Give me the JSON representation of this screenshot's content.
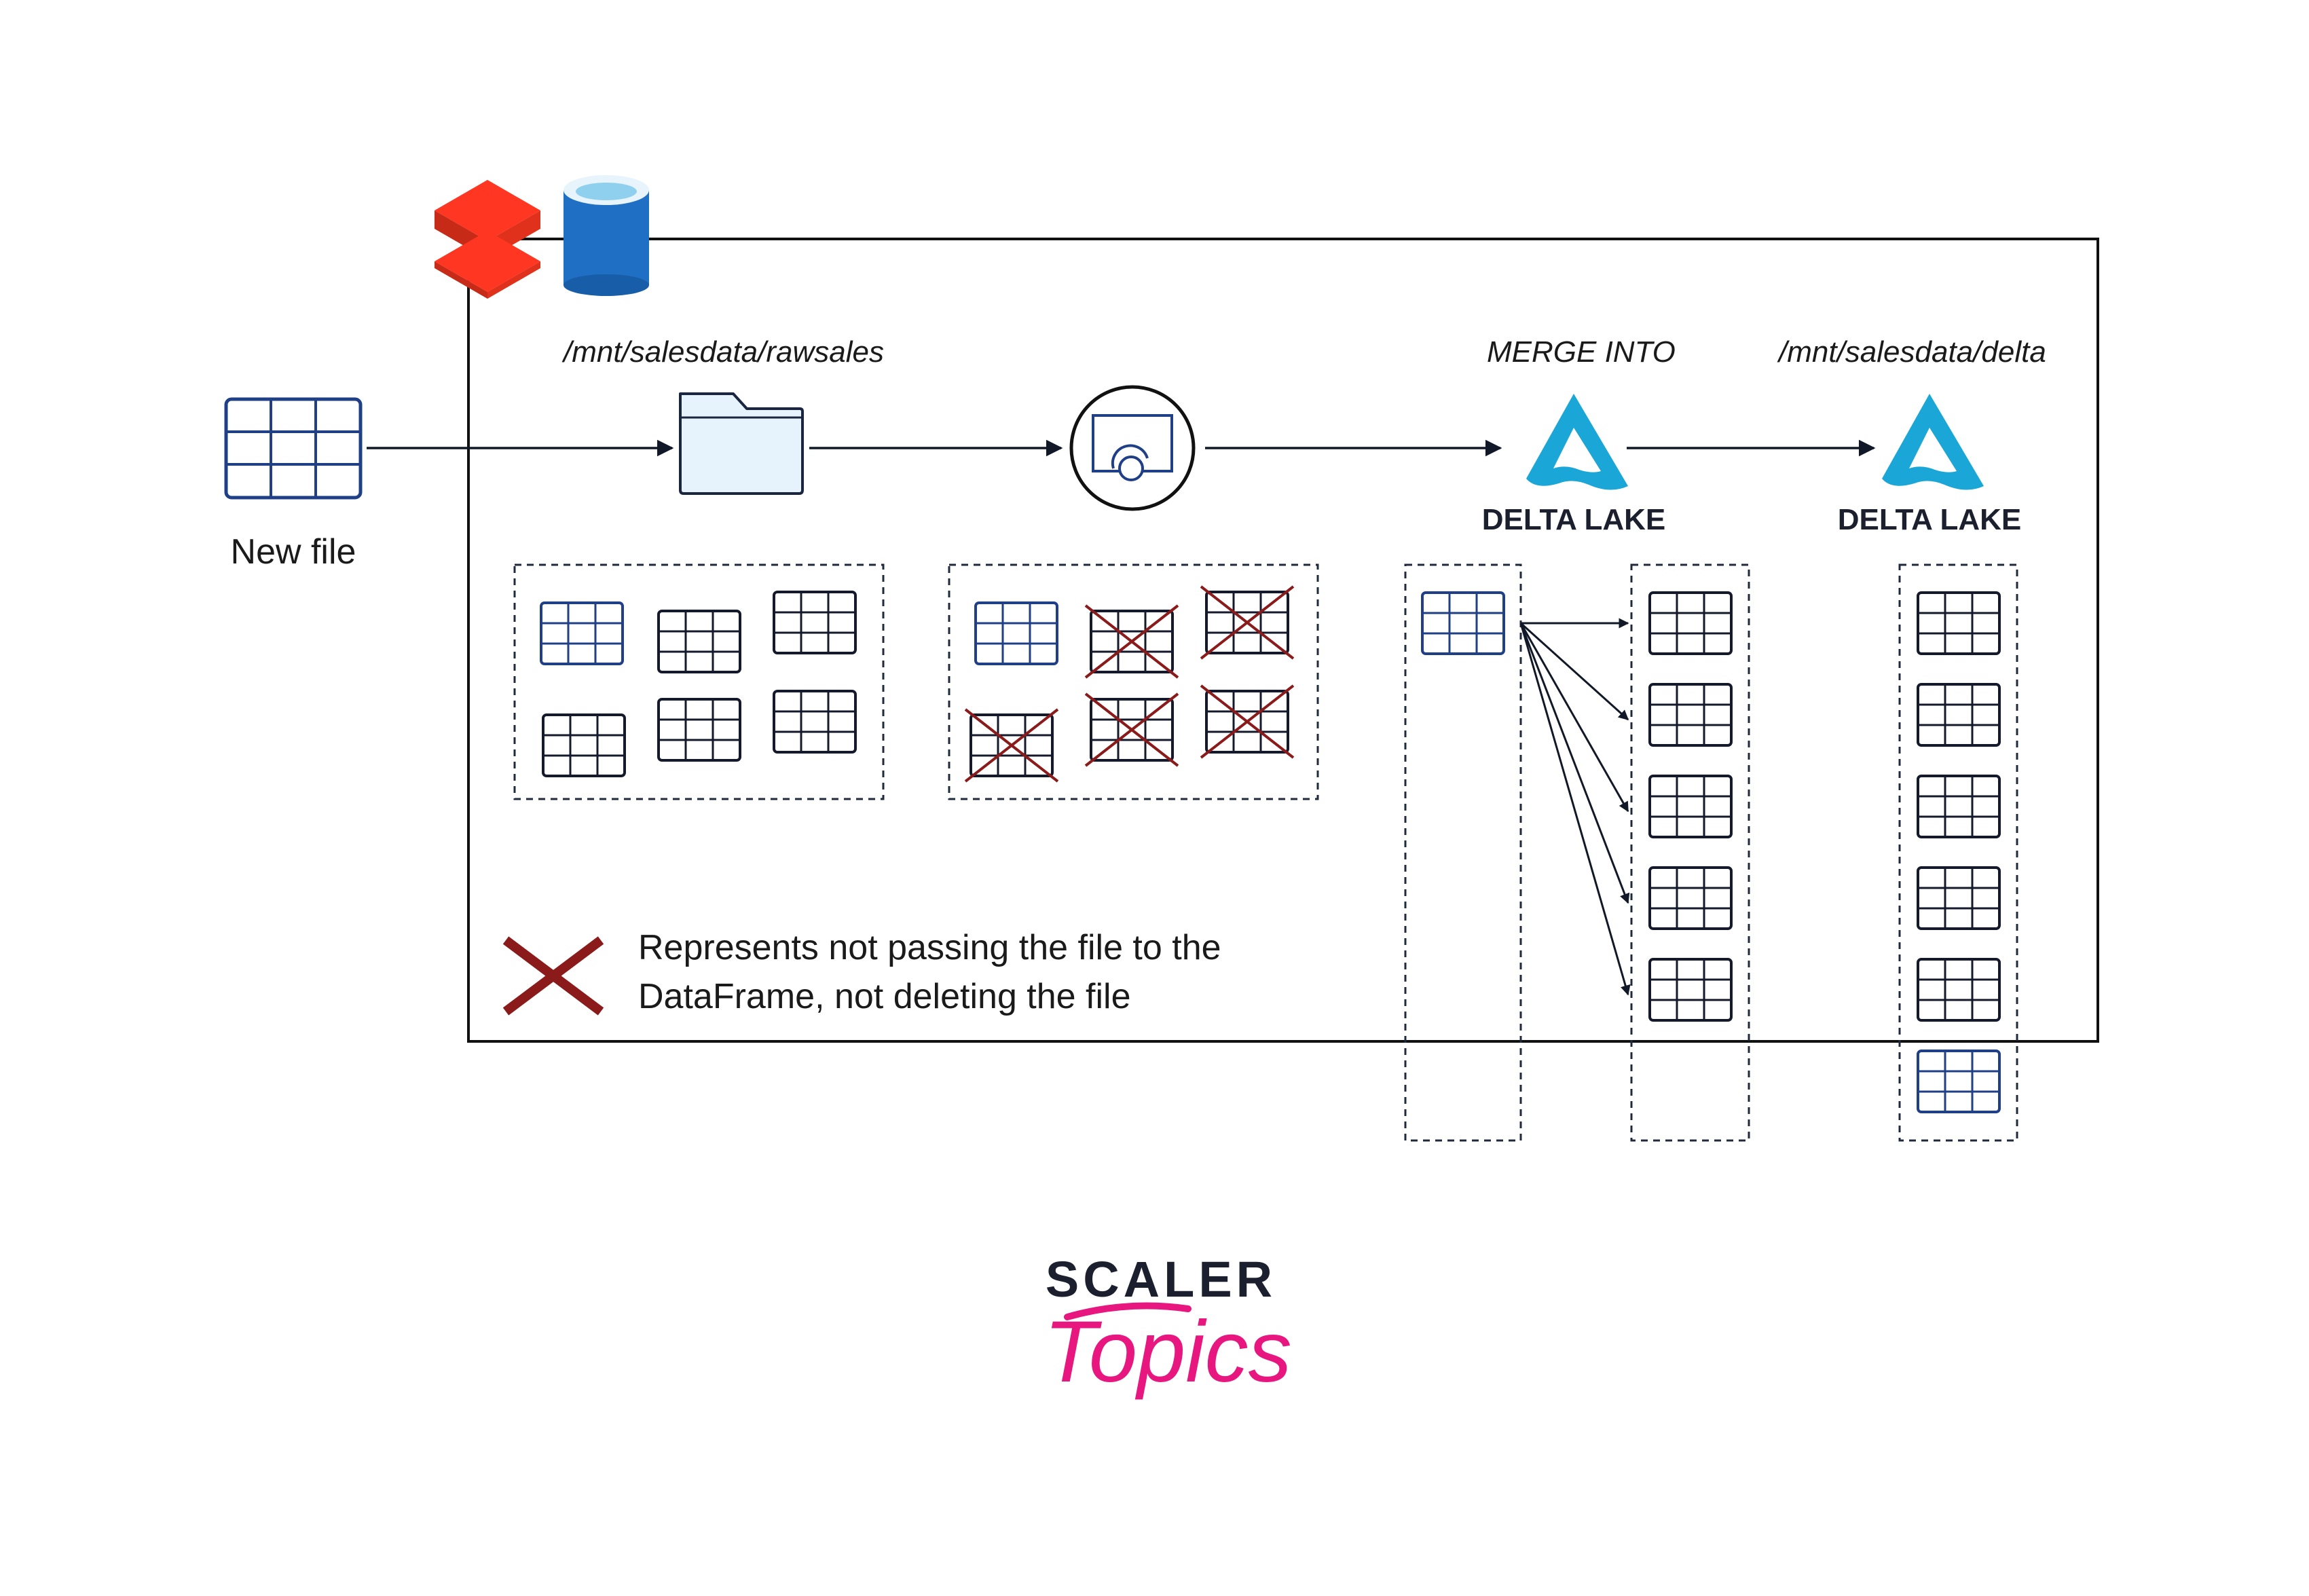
{
  "labels": {
    "raw_path": "/mnt/salesdata/rawsales",
    "merge": "MERGE INTO",
    "delta_path": "/mnt/salesdata/delta",
    "new_file": "New file",
    "delta_lake_1": "DELTA LAKE",
    "delta_lake_2": "DELTA LAKE",
    "legend_line1": "Represents not passing the file to the",
    "legend_line2": "DataFrame, not deleting the file",
    "brand_top": "SCALER",
    "brand_bottom": "Topics"
  },
  "icons": {
    "databricks": "databricks-logo-icon",
    "storage": "azure-storage-cylinder-icon",
    "folder": "folder-icon",
    "stream": "streaming-job-icon",
    "delta": "delta-lake-logo-icon",
    "table": "table-file-icon",
    "cross": "cross-icon"
  },
  "colors": {
    "new_table": "#1f3f87",
    "old_table": "#141a2c",
    "cross": "#8b1a1a",
    "delta_blue": "#1aa7d8",
    "databricks_red": "#ff3621",
    "storage_blue": "#1f6fc5",
    "brand_pink": "#e8177f",
    "brand_dark": "#1b1f2e"
  }
}
